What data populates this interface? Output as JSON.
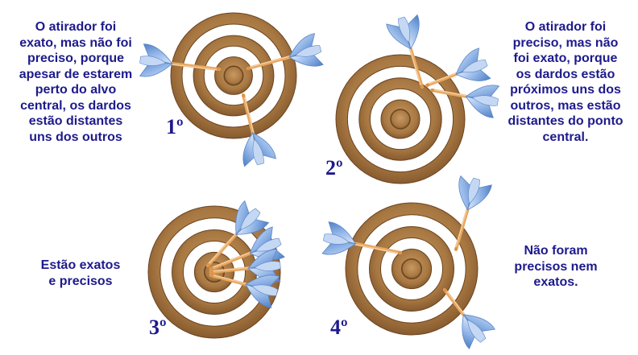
{
  "colors": {
    "text": "#1d1a8c",
    "wood": "#a87842",
    "wood_dark": "#6b4420",
    "ring_white": "#ffffff",
    "feather": "#7fa8e0",
    "shaft": "#e8a860"
  },
  "panels": [
    {
      "number": "1º",
      "caption_lines": [
        "O atirador foi",
        "exato, mas não foi",
        "preciso, porque",
        "apesar de estarem",
        "perto do alvo",
        "central, os dardos",
        "estão distantes",
        "uns dos outros"
      ]
    },
    {
      "number": "2º",
      "caption_lines": [
        "O atirador foi",
        "preciso, mas não",
        "foi exato, porque",
        "os dardos estão",
        "próximos uns dos",
        "outros, mas estão",
        "distantes do ponto",
        "central."
      ]
    },
    {
      "number": "3º",
      "caption_lines": [
        "Estão exatos",
        "e precisos"
      ]
    },
    {
      "number": "4º",
      "caption_lines": [
        "Não foram",
        "precisos nem",
        "exatos."
      ]
    }
  ]
}
